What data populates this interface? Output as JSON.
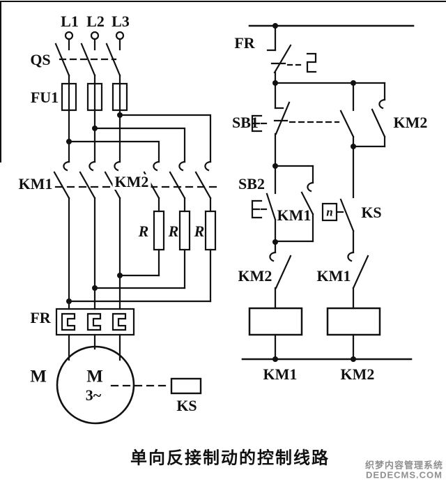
{
  "caption": "单向反接制动的控制线路",
  "watermark": {
    "line1": "织梦内容管理系统",
    "line2": "DEDECMS.COM"
  },
  "colors": {
    "ink": "#111111",
    "watermark_gray": "#8f8f8f",
    "background": "#ffffff"
  },
  "labels": {
    "l1": "L1",
    "l2": "L2",
    "l3": "L3",
    "qs": "QS",
    "fu1": "FU1",
    "km1_main": "KM1",
    "km2_main": "KM2",
    "r1": "R",
    "r2": "R",
    "r3": "R",
    "fr_main": "FR",
    "m_outer": "M",
    "m_inner": "M",
    "m_phase": "3~",
    "ks_main": "KS",
    "fr_ctrl": "FR",
    "sb1": "SB1",
    "km2_selfhold": "KM2",
    "sb2": "SB2",
    "km1_selfhold": "KM1",
    "n": "n",
    "ks_ctrl": "KS",
    "km2_interlock": "KM2",
    "km1_interlock": "KM1",
    "km1_coil": "KM1",
    "km2_coil": "KM2"
  }
}
